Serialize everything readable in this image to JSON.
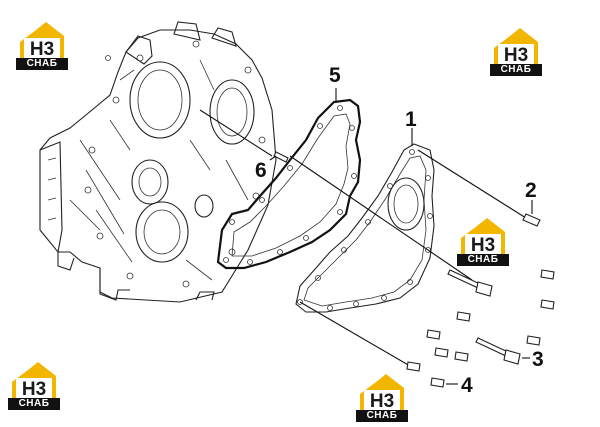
{
  "watermark": {
    "brand_mark": "H3",
    "brand_text": "СНАБ",
    "icon": "house-roof-logo-icon",
    "colors": {
      "roof": "#f2b600",
      "dark": "#1a1a1a"
    }
  },
  "callouts": {
    "c1": "1",
    "c2": "2",
    "c3": "3",
    "c4": "4",
    "c5": "5",
    "c6": "6"
  }
}
